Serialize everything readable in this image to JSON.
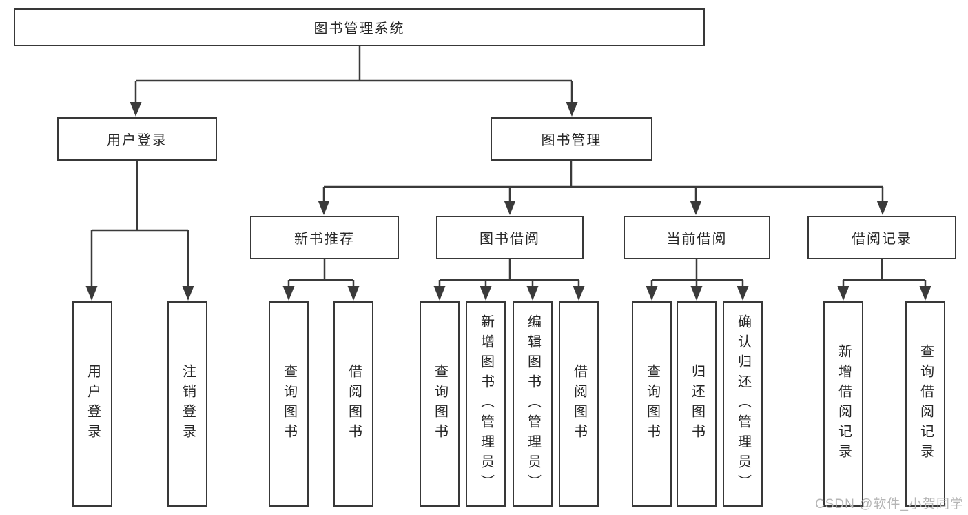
{
  "nodes": {
    "root": {
      "label": "图书管理系统"
    },
    "level2": {
      "user_login": {
        "label": "用户登录"
      },
      "book_management": {
        "label": "图书管理"
      }
    },
    "level3": {
      "new_book_recommend": {
        "label": "新书推荐"
      },
      "book_borrowing": {
        "label": "图书借阅"
      },
      "current_borrowing": {
        "label": "当前借阅"
      },
      "borrowing_records": {
        "label": "借阅记录"
      }
    },
    "leaves": {
      "user_login": {
        "label": "用户登录"
      },
      "logout": {
        "label": "注销登录"
      },
      "nb_query_books": {
        "label": "查询图书"
      },
      "nb_borrow_books": {
        "label": "借阅图书"
      },
      "bb_query_books": {
        "label": "查询图书"
      },
      "bb_add_book_admin": {
        "label": "新增图书（管理员）"
      },
      "bb_edit_book_admin": {
        "label": "编辑图书（管理员）"
      },
      "bb_borrow_books": {
        "label": "借阅图书"
      },
      "cb_query_books": {
        "label": "查询图书"
      },
      "cb_return_books": {
        "label": "归还图书"
      },
      "cb_confirm_return_admin": {
        "label": "确认归还（管理员）"
      },
      "br_add_record": {
        "label": "新增借阅记录"
      },
      "br_query_record": {
        "label": "查询借阅记录"
      }
    }
  },
  "watermark": {
    "text": "CSDN @软件_小贺同学"
  },
  "colors": {
    "line": "#3a3a3a",
    "box_border": "#383838",
    "text": "#262626",
    "watermark": "#b5b5b5",
    "background": "#ffffff"
  }
}
